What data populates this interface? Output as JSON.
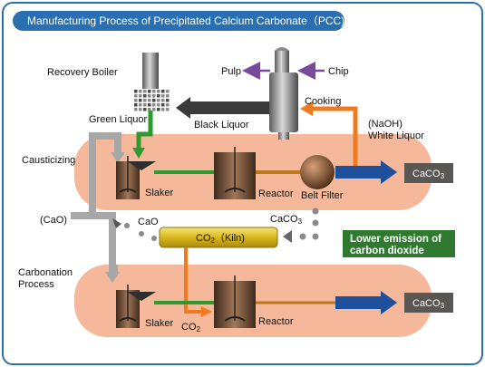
{
  "title": "Manufacturing Process of Precipitated Calcium Carbonate（PCC)",
  "labels": {
    "recovery_boiler": "Recovery Boiler",
    "pulp": "Pulp",
    "chip": "Chip",
    "cooking": "Cooking",
    "green_liquor": "Green Liquor",
    "black_liquor": "Black Liquor",
    "naoh": "(NaOH)",
    "white_liquor": "White Liquor",
    "causticizing": "Causticizing",
    "slaker_top": "Slaker",
    "reactor_top": "Reactor",
    "belt_filter": "Belt Filter",
    "caco3_out_top": "CaCO",
    "cao_left": "(CaO)",
    "cao_mid": "CaO",
    "caco3_mid": "CaCO",
    "kiln": "CO",
    "kiln_suffix": "（Kiln)",
    "carbonation_1": "Carbonation",
    "carbonation_2": "Process",
    "slaker_bottom": "Slaker",
    "co2_bottom": "CO",
    "reactor_bottom": "Reactor",
    "caco3_out_bottom": "CaCO",
    "sub3": "3",
    "sub2": "2",
    "note_1": "Lower emission of",
    "note_2": "carbon dioxide"
  },
  "colors": {
    "frame": "#2a6fb0",
    "title_bar": "#2a6fb0",
    "band": "#f5b89a",
    "gray_pipe": "#a7a7a7",
    "green": "#2e9a2e",
    "orange": "#f07a1f",
    "navy": "#1e4f9a",
    "black_arrow": "#3a3a3a",
    "purple": "#7a4a9a",
    "kiln": "#e3c82a",
    "note_bg": "#2f7a2f",
    "product_box": "#5a5654"
  },
  "icons": [
    "digester-icon",
    "recovery-boiler-icon",
    "slaker-tank-icon",
    "reactor-tank-icon",
    "belt-filter-icon",
    "kiln-icon"
  ]
}
